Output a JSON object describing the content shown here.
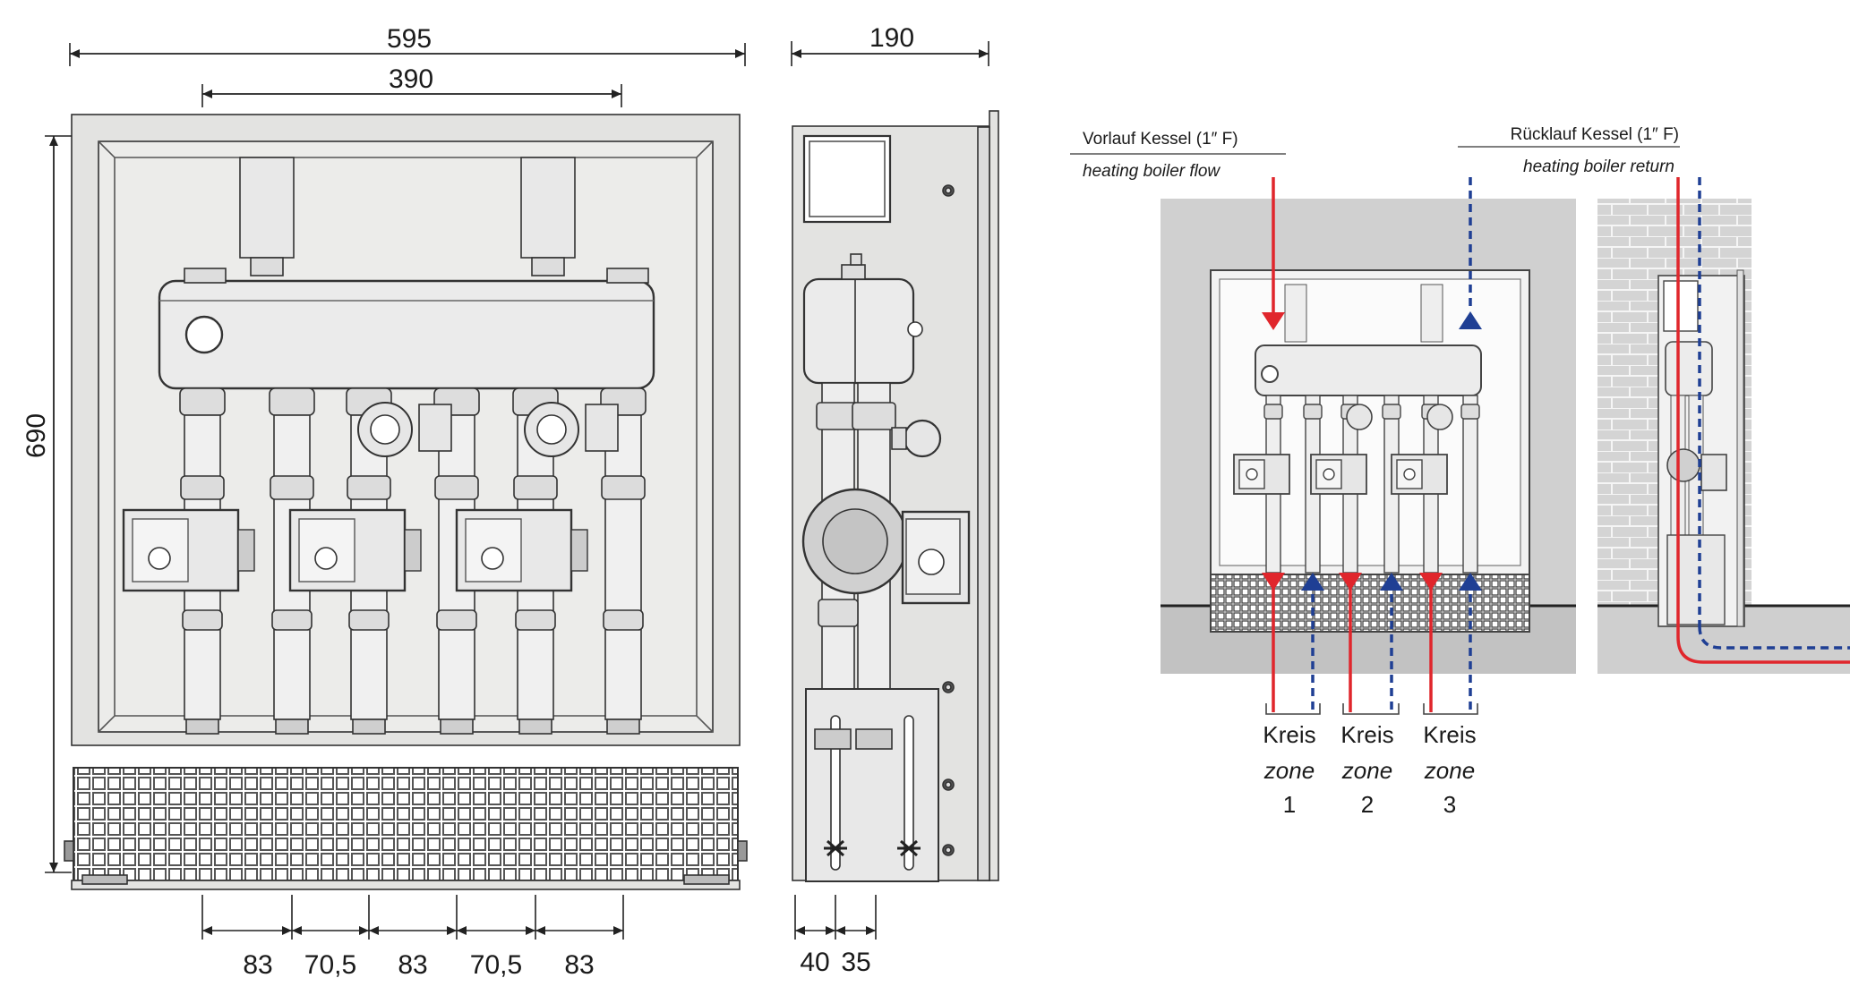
{
  "front_view": {
    "width_dim": "595",
    "inner_width_dim": "390",
    "height_dim": "690",
    "spacing_dims": [
      "83",
      "70,5",
      "83",
      "70,5",
      "83"
    ]
  },
  "side_view": {
    "depth_dim": "190",
    "spacing_dims": [
      "40",
      "35"
    ]
  },
  "install_view": {
    "flow_label": "Vorlauf Kessel (1″ F)",
    "flow_label_en": "heating boiler flow",
    "return_label": "Rücklauf Kessel (1″ F)",
    "return_label_en": "heating boiler return",
    "zones": [
      {
        "de": "Kreis",
        "en": "zone",
        "num": "1"
      },
      {
        "de": "Kreis",
        "en": "zone",
        "num": "2"
      },
      {
        "de": "Kreis",
        "en": "zone",
        "num": "3"
      }
    ]
  },
  "colors": {
    "flow": "#e0262c",
    "return": "#1f3f94",
    "panel": "#e3e3e1",
    "wall": "#d0d0d0",
    "line": "#333333"
  }
}
